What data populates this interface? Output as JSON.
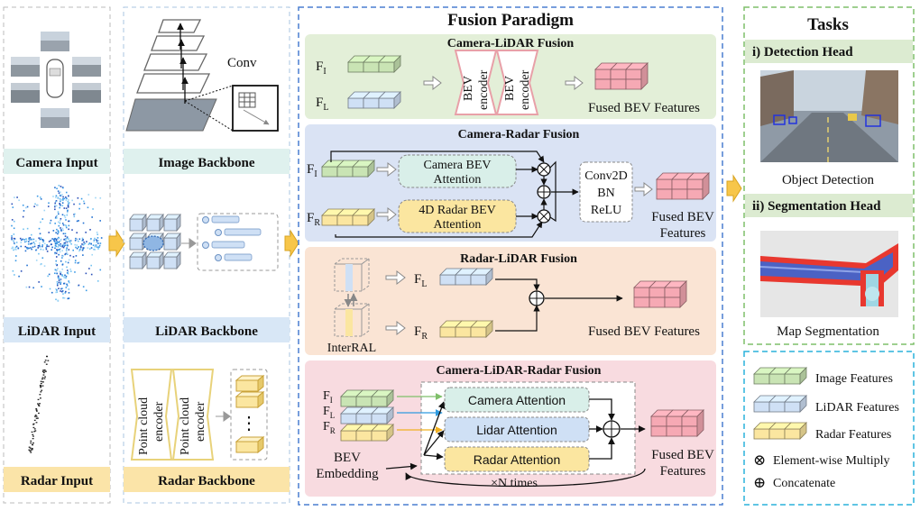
{
  "inputs": {
    "camera_label": "Camera Input",
    "lidar_label": "LiDAR Input",
    "radar_label": "Radar Input"
  },
  "backbones": {
    "image_label": "Image Backbone",
    "image_conv": "Conv",
    "lidar_label": "LiDAR Backbone",
    "radar_label": "Radar Backbone",
    "pc_encoder_1": "Point cloud",
    "pc_encoder_2": "encoder",
    "dots": "⋮"
  },
  "fusion": {
    "title": "Fusion Paradigm",
    "cl": {
      "title": "Camera-LiDAR Fusion",
      "f_i": "F",
      "f_i_sub": "I",
      "f_l": "F",
      "f_l_sub": "L",
      "enc_1": "BEV",
      "enc_2": "encoder",
      "output": "Fused BEV Features"
    },
    "cr": {
      "title": "Camera-Radar Fusion",
      "f_i": "F",
      "f_i_sub": "I",
      "f_r": "F",
      "f_r_sub": "R",
      "cam_att_1": "Camera BEV",
      "cam_att_2": "Attention",
      "rad_att_1": "4D Radar BEV",
      "rad_att_2": "Attention",
      "conv_1": "Conv2D",
      "conv_2": "BN",
      "conv_3": "ReLU",
      "out_1": "Fused BEV",
      "out_2": "Features"
    },
    "rl": {
      "title": "Radar-LiDAR Fusion",
      "interral": "InterRAL",
      "f_l": "F",
      "f_l_sub": "L",
      "f_r": "F",
      "f_r_sub": "R",
      "output": "Fused BEV Features"
    },
    "clr": {
      "title": "Camera-LiDAR-Radar Fusion",
      "f_i": "F",
      "f_i_sub": "I",
      "f_l": "F",
      "f_l_sub": "L",
      "f_r": "F",
      "f_r_sub": "R",
      "bev_1": "BEV",
      "bev_2": "Embedding",
      "cam_att": "Camera Attention",
      "lidar_att": "Lidar Attention",
      "radar_att": "Radar Attention",
      "out_1": "Fused BEV",
      "out_2": "Features",
      "loop": "×N times"
    }
  },
  "tasks": {
    "title": "Tasks",
    "det_head": "i) Detection Head",
    "det_caption": "Object Detection",
    "seg_head": "ii) Segmentation Head",
    "seg_caption": "Map Segmentation"
  },
  "legend": {
    "image": "Image Features",
    "lidar": "LiDAR Features",
    "radar": "Radar Features",
    "multiply_sym": "⊗",
    "multiply": "Element-wise Multiply",
    "concat_sym": "⊕",
    "concat": "Concatenate"
  },
  "colors": {
    "image_feat": "#c9e4b4",
    "lidar_feat": "#cfe0f5",
    "radar_feat": "#fbe6a0",
    "fused_feat": "#f6a9b4",
    "cl_bg": "#e3efd8",
    "cr_bg": "#dae3f4",
    "rl_bg": "#fae4d4",
    "clr_bg": "#f8dbe0",
    "green_head": "#dcebd1",
    "head_text": "#5a8a3a"
  }
}
